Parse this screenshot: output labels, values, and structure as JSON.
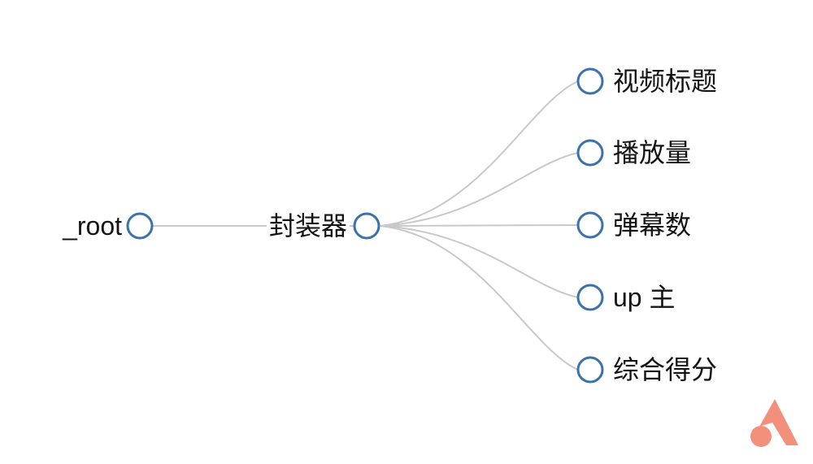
{
  "diagram": {
    "nodes": {
      "root": {
        "label": "_root"
      },
      "wrapper": {
        "label": "封装器"
      }
    },
    "leaves": [
      {
        "label": "视频标题"
      },
      {
        "label": "播放量"
      },
      {
        "label": "弹幕数"
      },
      {
        "label": "up 主"
      },
      {
        "label": "综合得分"
      }
    ],
    "colors": {
      "node_stroke": "#3b72aa",
      "node_fill": "#ffffff",
      "link": "#c9c9c9",
      "label_text": "#141414",
      "watermark": "#f3907c"
    }
  }
}
